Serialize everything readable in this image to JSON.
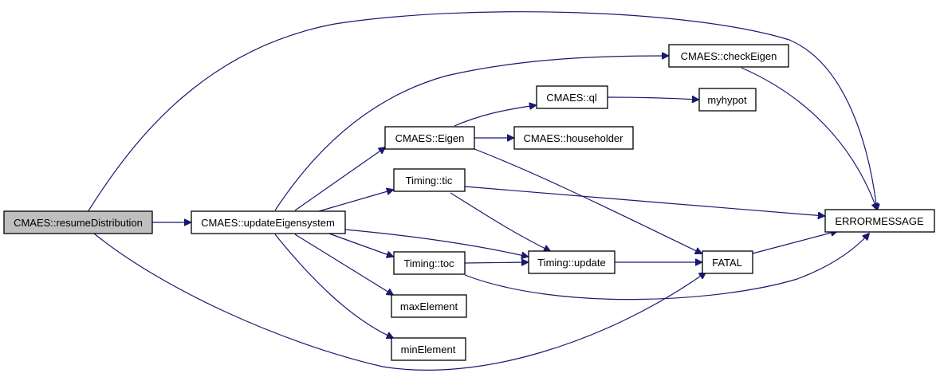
{
  "colors": {
    "edge": "#191970",
    "root_fill": "#bfbfbf",
    "node_fill": "#ffffff",
    "node_border": "#000000"
  },
  "nodes": {
    "resume": "CMAES::resumeDistribution",
    "update_eigen": "CMAES::updateEigensystem",
    "check_eigen": "CMAES::checkEigen",
    "ql": "CMAES::ql",
    "myhypot": "myhypot",
    "eigen": "CMAES::Eigen",
    "householder": "CMAES::householder",
    "tic": "Timing::tic",
    "errormessage": "ERRORMESSAGE",
    "toc": "Timing::toc",
    "timing_update": "Timing::update",
    "fatal": "FATAL",
    "max_element": "maxElement",
    "min_element": "minElement"
  }
}
